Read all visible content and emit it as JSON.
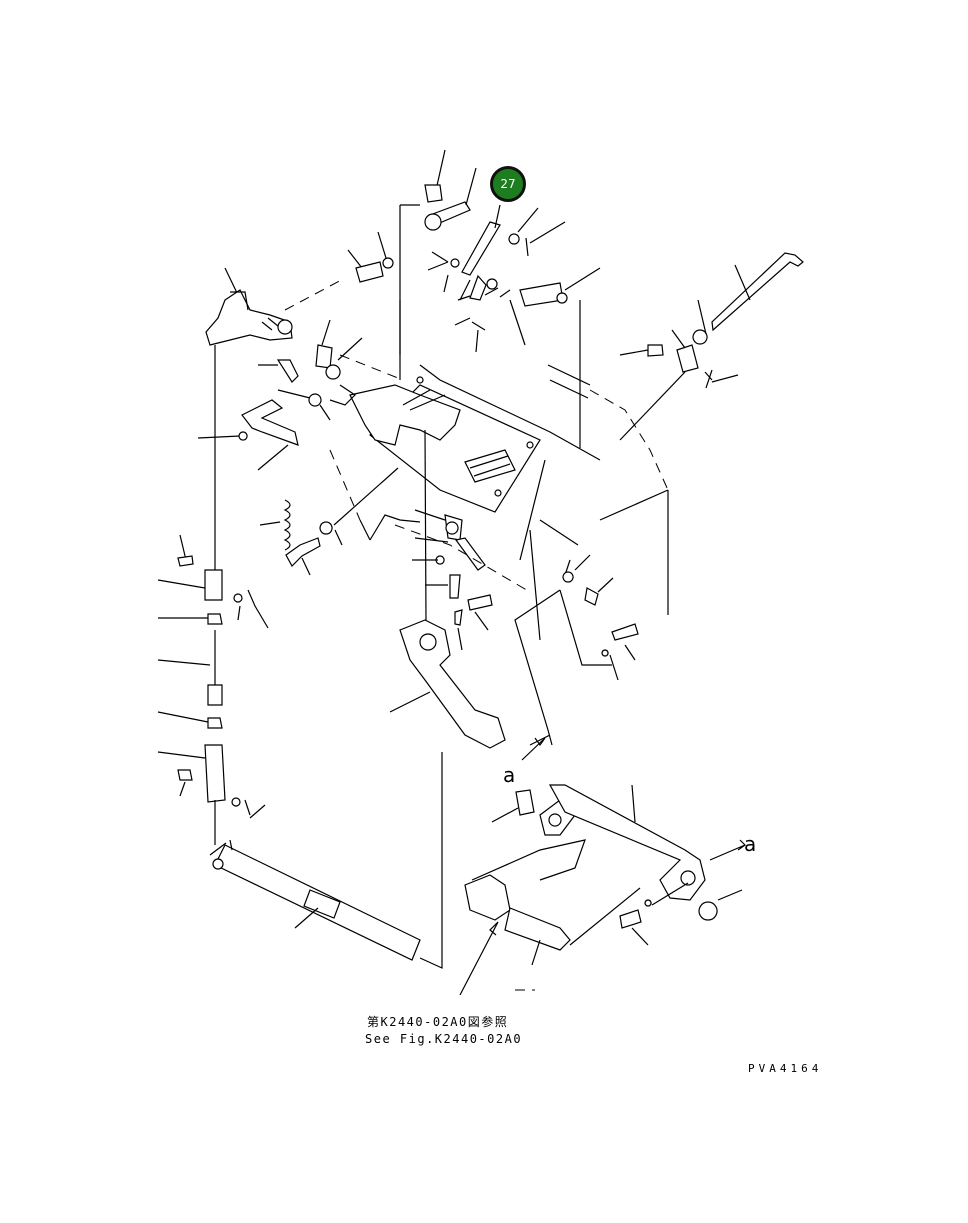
{
  "callout": {
    "number": "27",
    "color": "#1e7d1e"
  },
  "marker_a_1": "a",
  "marker_a_2": "a",
  "caption_jp": "第K2440-02A0図参照",
  "caption_en": "See Fig.K2440-02A0",
  "drawing_code": "PVA4164"
}
